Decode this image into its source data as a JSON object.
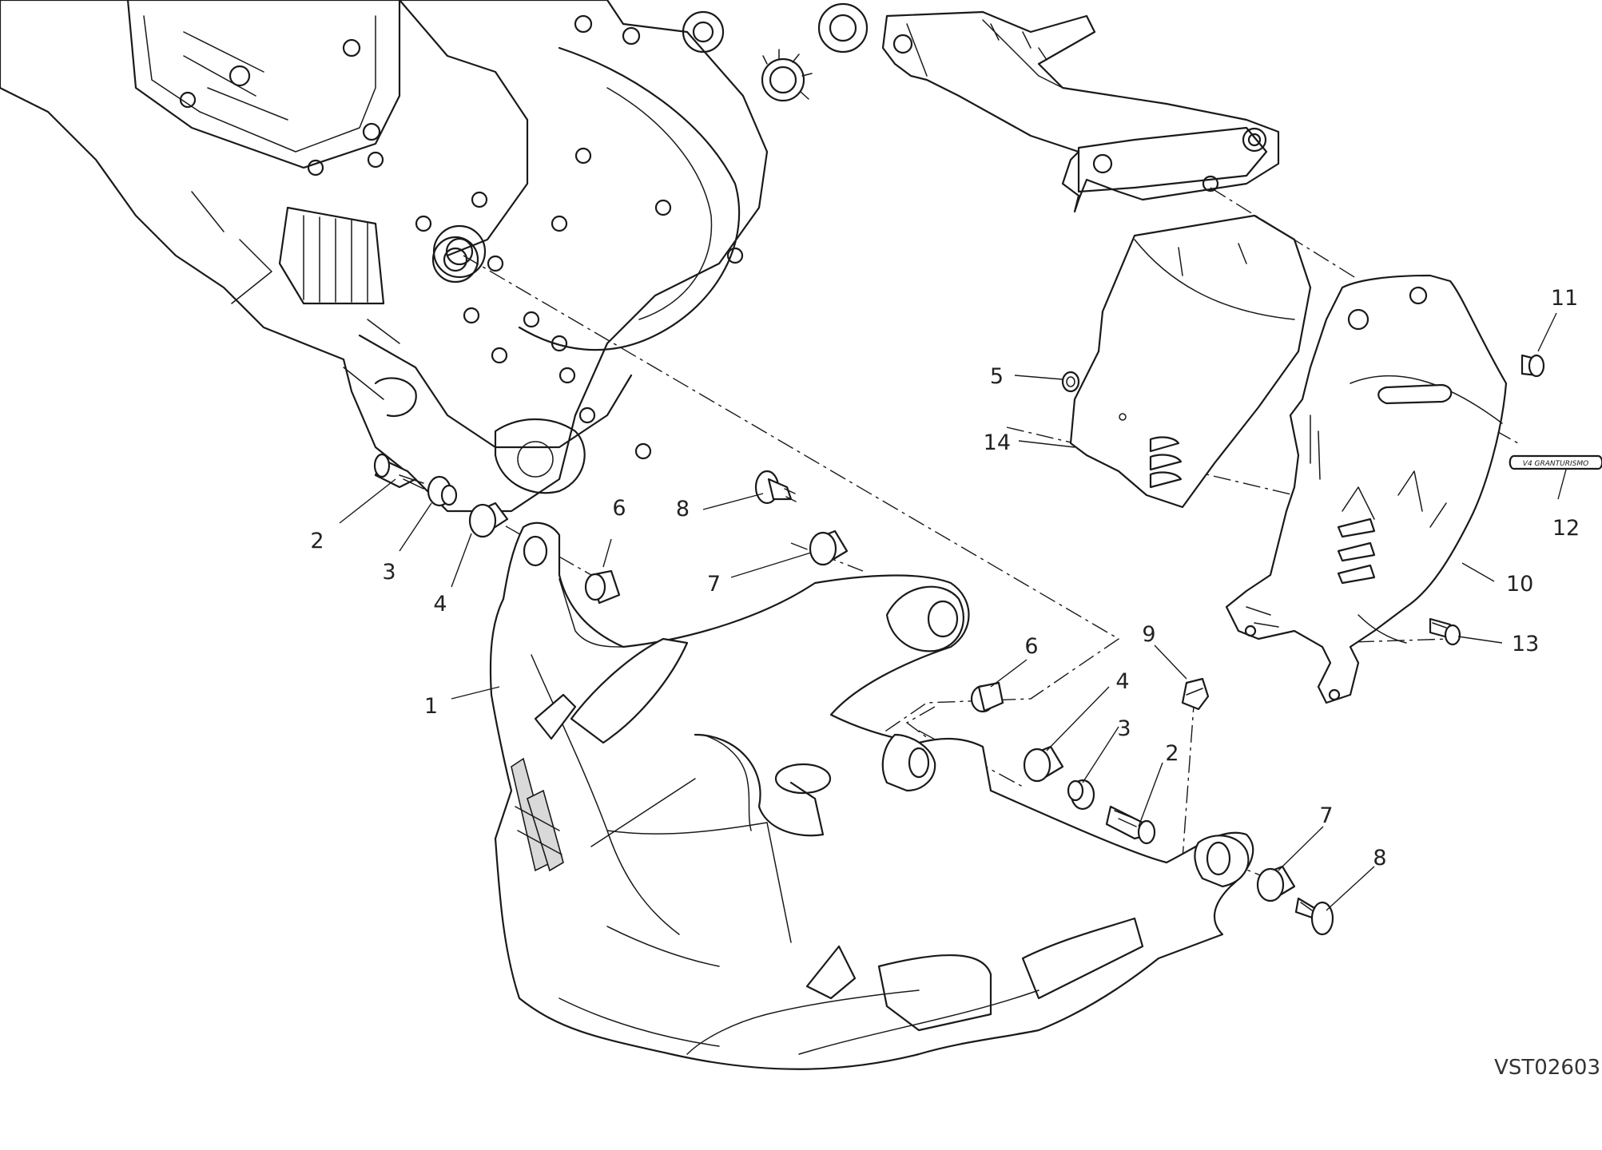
{
  "diagram": {
    "code": "VST02603",
    "badge_text": "V4 GRANTURISMO",
    "labels": [
      {
        "id": "l1",
        "text": "1"
      },
      {
        "id": "l2a",
        "text": "2"
      },
      {
        "id": "l3a",
        "text": "3"
      },
      {
        "id": "l4a",
        "text": "4"
      },
      {
        "id": "l6a",
        "text": "6"
      },
      {
        "id": "l8a",
        "text": "8"
      },
      {
        "id": "l7a",
        "text": "7"
      },
      {
        "id": "l6b",
        "text": "6"
      },
      {
        "id": "l4b",
        "text": "4"
      },
      {
        "id": "l3b",
        "text": "3"
      },
      {
        "id": "l2b",
        "text": "2"
      },
      {
        "id": "l9",
        "text": "9"
      },
      {
        "id": "l7b",
        "text": "7"
      },
      {
        "id": "l8b",
        "text": "8"
      },
      {
        "id": "l5",
        "text": "5"
      },
      {
        "id": "l14",
        "text": "14"
      },
      {
        "id": "l11",
        "text": "11"
      },
      {
        "id": "l12",
        "text": "12"
      },
      {
        "id": "l10",
        "text": "10"
      },
      {
        "id": "l13",
        "text": "13"
      }
    ]
  }
}
